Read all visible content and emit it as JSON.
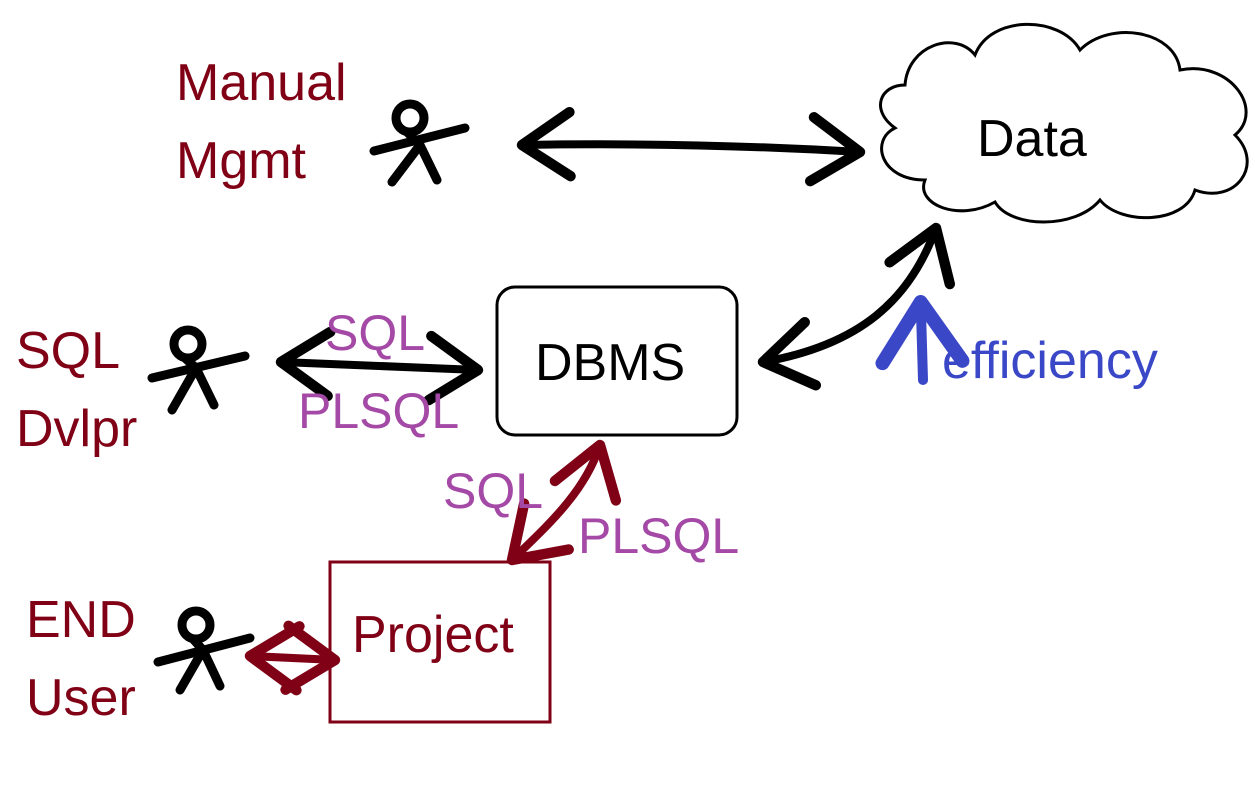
{
  "actors": {
    "manual_mgmt": {
      "line1": "Manual",
      "line2": "Mgmt"
    },
    "sql_dvlpr": {
      "line1": "SQL",
      "line2": "Dvlpr"
    },
    "end_user": {
      "line1": "END",
      "line2": "User"
    }
  },
  "nodes": {
    "data": "Data",
    "dbms": "DBMS",
    "project": "Project"
  },
  "edge_labels": {
    "dev_dbms_top": "SQL",
    "dev_dbms_bottom": "PLSQL",
    "project_dbms_left": "SQL",
    "project_dbms_right": "PLSQL"
  },
  "annotation": {
    "efficiency": "efficiency"
  },
  "colors": {
    "actor_label": "#800015",
    "edge_label": "#a44aa6",
    "efficiency": "#3a48c8",
    "project_arrow": "#800015",
    "ink": "#000000"
  }
}
